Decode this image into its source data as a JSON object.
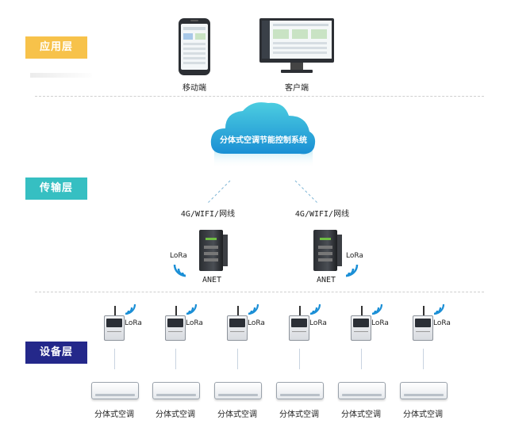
{
  "layers": {
    "application": "应用层",
    "transport": "传输层",
    "device": "设备层"
  },
  "colors": {
    "application": "#f7c24a",
    "transport": "#36bfc2",
    "device": "#24288a",
    "cloud_top": "#3ec6dc",
    "cloud_bottom": "#1a98d6",
    "wifi_blue": "#1b8fd6"
  },
  "apps": {
    "mobile": "移动端",
    "client": "客户端"
  },
  "cloud": {
    "title": "分体式空调节能控制系统"
  },
  "network": {
    "left_link": "4G/WIFI/网线",
    "right_link": "4G/WIFI/网线"
  },
  "gateways": [
    {
      "lora": "LoRa",
      "name": "ANET"
    },
    {
      "lora": "LoRa",
      "name": "ANET"
    }
  ],
  "devices": [
    {
      "lora": "LoRa",
      "label": "分体式空调"
    },
    {
      "lora": "LoRa",
      "label": "分体式空调"
    },
    {
      "lora": "LoRa",
      "label": "分体式空调"
    },
    {
      "lora": "LoRa",
      "label": "分体式空调"
    },
    {
      "lora": "LoRa",
      "label": "分体式空调"
    },
    {
      "lora": "LoRa",
      "label": "分体式空调"
    }
  ]
}
